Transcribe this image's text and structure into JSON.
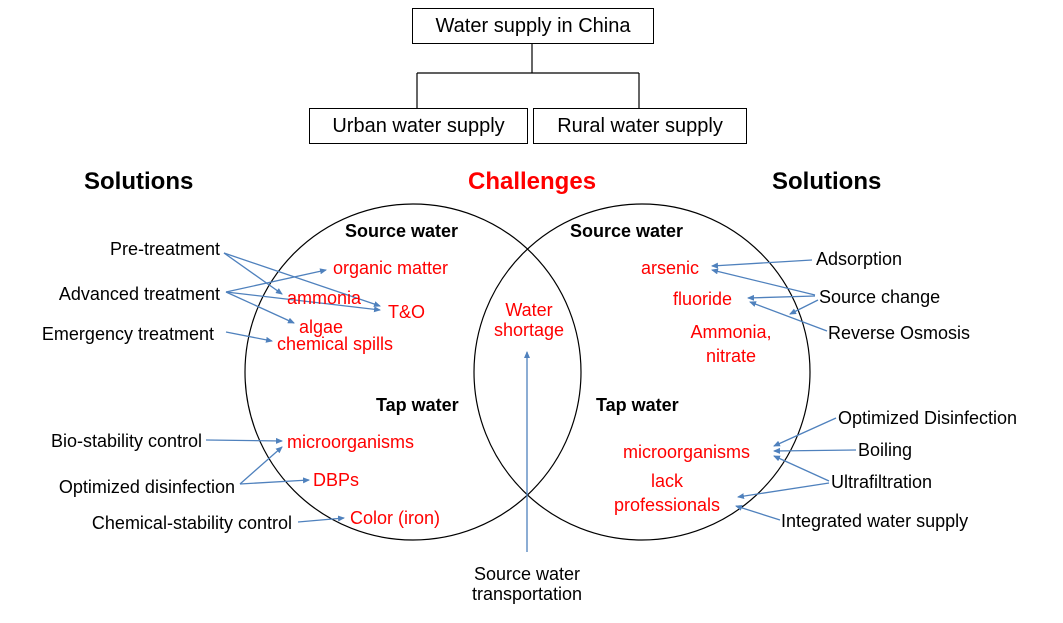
{
  "tree": {
    "root": "Water supply in China",
    "urban": "Urban water supply",
    "rural": "Rural water supply"
  },
  "headings": {
    "solutions_left": "Solutions",
    "challenges": "Challenges",
    "solutions_right": "Solutions"
  },
  "urban": {
    "source_section": "Source water",
    "tap_section": "Tap water",
    "challenges": {
      "organic_matter": "organic matter",
      "ammonia": "ammonia",
      "t_o": "T&O",
      "algae": "algae",
      "chemical_spills": "chemical spills",
      "microorganisms": "microorganisms",
      "dbps": "DBPs",
      "color_iron": "Color (iron)"
    },
    "solutions": {
      "pre_treatment": "Pre-treatment",
      "advanced_treatment": "Advanced treatment",
      "emergency_treatment": "Emergency treatment",
      "bio_stability": "Bio-stability control",
      "optimized_disinfection": "Optimized disinfection",
      "chemical_stability": "Chemical-stability control"
    }
  },
  "rural": {
    "source_section": "Source water",
    "tap_section": "Tap water",
    "challenges": {
      "arsenic": "arsenic",
      "fluoride": "fluoride",
      "ammonia_nitrate": "Ammonia, nitrate",
      "microorganisms": "microorganisms",
      "lack_professionals": "lack professionals"
    },
    "solutions": {
      "adsorption": "Adsorption",
      "source_change": "Source change",
      "reverse_osmosis": "Reverse Osmosis",
      "optimized_disinfection": "Optimized Disinfection",
      "boiling": "Boiling",
      "ultrafiltration": "Ultrafiltration",
      "integrated_water_supply": "Integrated water supply"
    }
  },
  "shared": {
    "challenge": "Water shortage",
    "solution": "Source water transportation"
  },
  "colors": {
    "challenge_red": "#ff0000",
    "arrow_blue": "#4f81bd",
    "line_black": "#000000"
  }
}
